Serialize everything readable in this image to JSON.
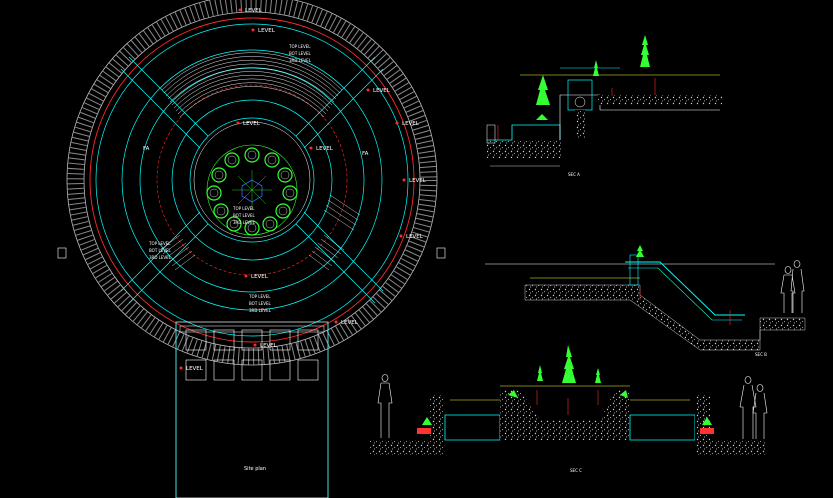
{
  "plan": {
    "level_labels": [
      "LEVEL",
      "LEVEL",
      "LEVEL",
      "LEVEL",
      "LEVEL",
      "LEVEL",
      "LEVEL",
      "LEVEL",
      "LEVEL",
      "LEVEL",
      "LEVEL"
    ],
    "level_group_top": [
      "TOP LEVEL",
      "BOT LEVEL",
      "3RD LEVEL"
    ],
    "level_group_left": [
      "TOP LEVEL",
      "BOT LEVEL",
      "3RD LEVEL"
    ],
    "level_group_center": [
      "TOP LEVEL",
      "BOT LEVEL",
      "3RD LEVEL"
    ],
    "level_group_bottom": [
      "TOP LEVEL",
      "BOT LEVEL",
      "3RD LEVEL"
    ],
    "fa_labels": [
      "FA",
      "FA"
    ],
    "title": "Site plan"
  },
  "section_a": {
    "title": "SEC A"
  },
  "section_b": {
    "title": "SEC B"
  },
  "section_c": {
    "title": "SEC C"
  },
  "colors": {
    "cyan": "#00ffff",
    "red": "#ff2a2a",
    "white": "#ffffff",
    "green": "#33ff33",
    "yellow": "#ffff33",
    "grey": "#bdbdbd",
    "blue": "#3366ff"
  }
}
